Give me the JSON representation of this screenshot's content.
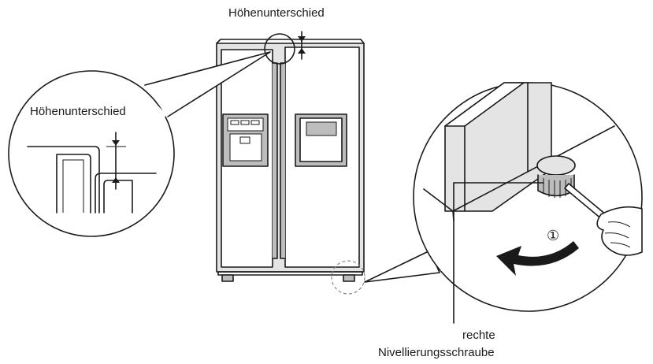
{
  "labels": {
    "height_difference_top": "Höhenunterschied",
    "height_difference_zoom": "Höhenunterschied",
    "right_screw_line1": "rechte",
    "right_screw_line2": "Nivellierungsschraube"
  },
  "symbols": {
    "step_marker": "①"
  },
  "icons": {
    "rotation": "curved-arrow-counterclockwise-icon"
  }
}
